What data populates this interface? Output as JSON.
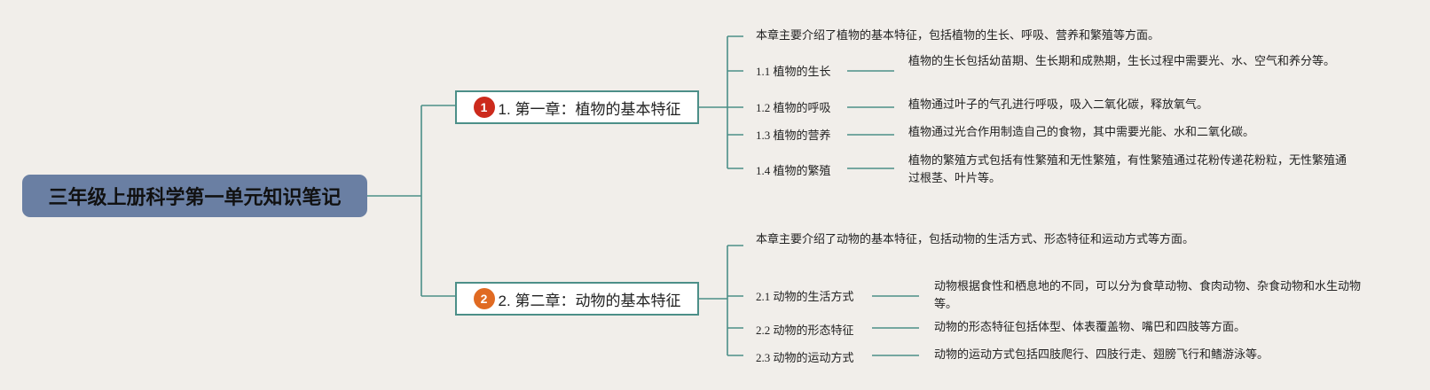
{
  "root": {
    "title": "三年级上册科学第一单元知识笔记"
  },
  "chapters": [
    {
      "badge": "1",
      "title": "1. 第一章：植物的基本特征",
      "intro": "本章主要介绍了植物的基本特征，包括植物的生长、呼吸、营养和繁殖等方面。",
      "sections": [
        {
          "title": "1.1 植物的生长",
          "detail": "植物的生长包括幼苗期、生长期和成熟期，生长过程中需要光、水、空气和养分等。"
        },
        {
          "title": "1.2 植物的呼吸",
          "detail": "植物通过叶子的气孔进行呼吸，吸入二氧化碳，释放氧气。"
        },
        {
          "title": "1.3 植物的营养",
          "detail": "植物通过光合作用制造自己的食物，其中需要光能、水和二氧化碳。"
        },
        {
          "title": "1.4 植物的繁殖",
          "detail": "植物的繁殖方式包括有性繁殖和无性繁殖，有性繁殖通过花粉传递花粉粒，无性繁殖通过根茎、叶片等。"
        }
      ]
    },
    {
      "badge": "2",
      "title": "2. 第二章：动物的基本特征",
      "intro": "本章主要介绍了动物的基本特征，包括动物的生活方式、形态特征和运动方式等方面。",
      "sections": [
        {
          "title": "2.1 动物的生活方式",
          "detail": "动物根据食性和栖息地的不同，可以分为食草动物、食肉动物、杂食动物和水生动物等。"
        },
        {
          "title": "2.2 动物的形态特征",
          "detail": "动物的形态特征包括体型、体表覆盖物、嘴巴和四肢等方面。"
        },
        {
          "title": "2.3 动物的运动方式",
          "detail": "动物的运动方式包括四肢爬行、四肢行走、翅膀飞行和鳍游泳等。"
        }
      ]
    }
  ],
  "colors": {
    "line": "#4c8f88",
    "root_bg": "#6a7fa3",
    "background": "#f1eeea",
    "badge1": "#cc2a1c",
    "badge2": "#e06a22"
  }
}
